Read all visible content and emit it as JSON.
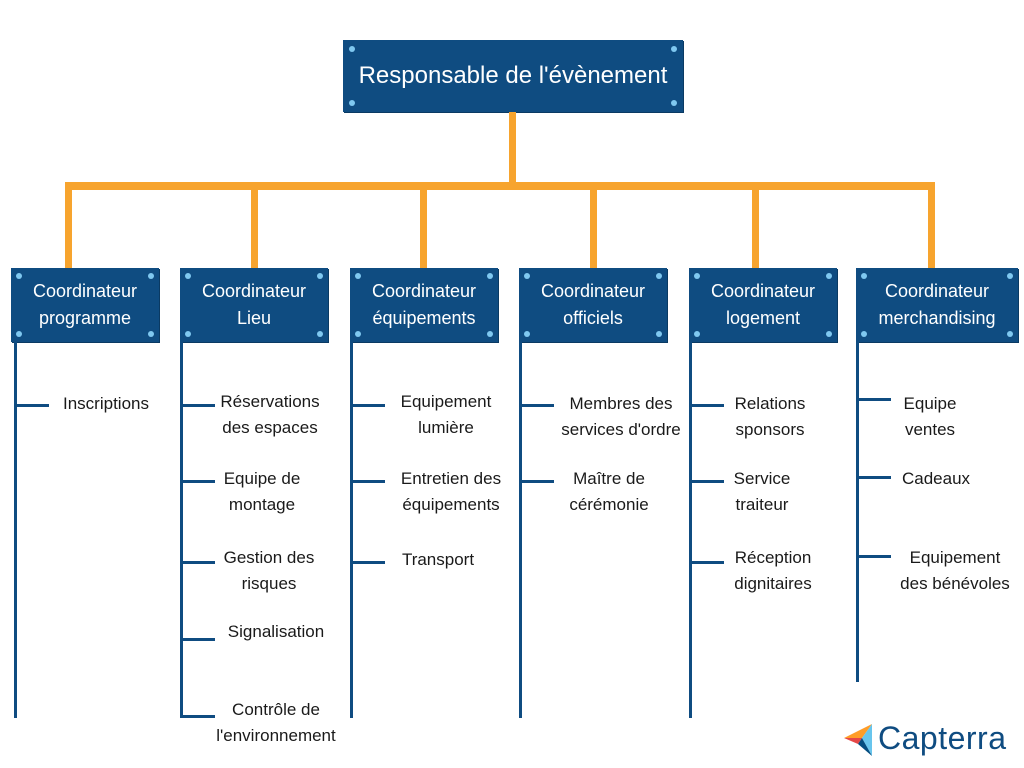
{
  "root": {
    "label": "Responsable de l'évènement"
  },
  "coordinators": [
    {
      "label": "Coordinateur programme",
      "line1": "Coordinateur",
      "line2": "programme",
      "items": [
        {
          "l1": "Inscriptions",
          "l2": ""
        }
      ]
    },
    {
      "label": "Coordinateur Lieu",
      "line1": "Coordinateur",
      "line2": "Lieu",
      "items": [
        {
          "l1": "Réservations",
          "l2": "des espaces"
        },
        {
          "l1": "Equipe de",
          "l2": "montage"
        },
        {
          "l1": "Gestion des",
          "l2": "risques"
        },
        {
          "l1": "Signalisation",
          "l2": ""
        },
        {
          "l1": "Contrôle de",
          "l2": "l'environnement"
        }
      ]
    },
    {
      "label": "Coordinateur équipements",
      "line1": "Coordinateur",
      "line2": "équipements",
      "items": [
        {
          "l1": "Equipement",
          "l2": "lumière"
        },
        {
          "l1": "Entretien des",
          "l2": "équipements"
        },
        {
          "l1": "Transport",
          "l2": ""
        }
      ]
    },
    {
      "label": "Coordinateur officiels",
      "line1": "Coordinateur",
      "line2": "officiels",
      "items": [
        {
          "l1": "Membres des",
          "l2": "services d'ordre"
        },
        {
          "l1": "Maître de",
          "l2": "cérémonie"
        }
      ]
    },
    {
      "label": "Coordinateur logement",
      "line1": "Coordinateur",
      "line2": "logement",
      "items": [
        {
          "l1": "Relations",
          "l2": "sponsors"
        },
        {
          "l1": "Service",
          "l2": "traiteur"
        },
        {
          "l1": "Réception",
          "l2": "dignitaires"
        }
      ]
    },
    {
      "label": "Coordinateur merchandising",
      "line1": "Coordinateur",
      "line2": "merchandising",
      "items": [
        {
          "l1": "Equipe",
          "l2": "ventes"
        },
        {
          "l1": "Cadeaux",
          "l2": ""
        },
        {
          "l1": "Equipement",
          "l2": "des bénévoles"
        }
      ]
    }
  ],
  "logo": {
    "text": "Capterra"
  },
  "colors": {
    "box": "#0f4c81",
    "connector": "#f7a42e",
    "dot": "#7fc8f0"
  }
}
